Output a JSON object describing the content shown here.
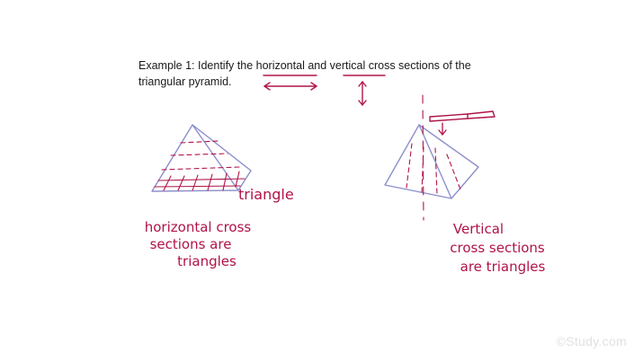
{
  "problem": {
    "prefix": "Example 1: Identify the ",
    "word_horizontal": "horizontal",
    "middle": " and ",
    "word_vertical": "vertical",
    "suffix_line1": " cross sections of the",
    "line2": "triangular pyramid."
  },
  "annotations": {
    "triangle_label": "triangle",
    "left_note": [
      "horizontal cross",
      "sections are",
      "triangles"
    ],
    "right_note": [
      "Vertical",
      "cross sections",
      "are triangles"
    ]
  },
  "watermark": "©Study.com",
  "colors": {
    "ink": "#b0134a",
    "pyramid": "#8d8fcc",
    "text": "#1a1a1a"
  }
}
